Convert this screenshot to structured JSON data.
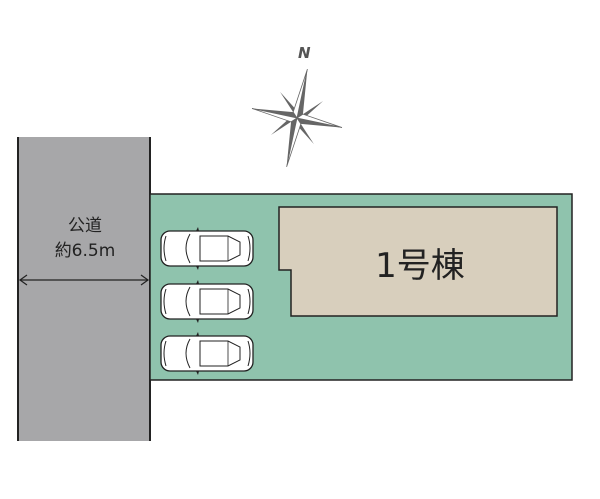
{
  "road": {
    "line1": "公道",
    "line2": "約6.5m"
  },
  "building": {
    "label": "1号棟"
  },
  "compass": {
    "north_label": "N"
  },
  "parking": {
    "car_count": 3
  },
  "colors": {
    "road": "#a7a7a9",
    "lot": "#8fc3ad",
    "building": "#d8cfbd",
    "compass": "#666666"
  }
}
